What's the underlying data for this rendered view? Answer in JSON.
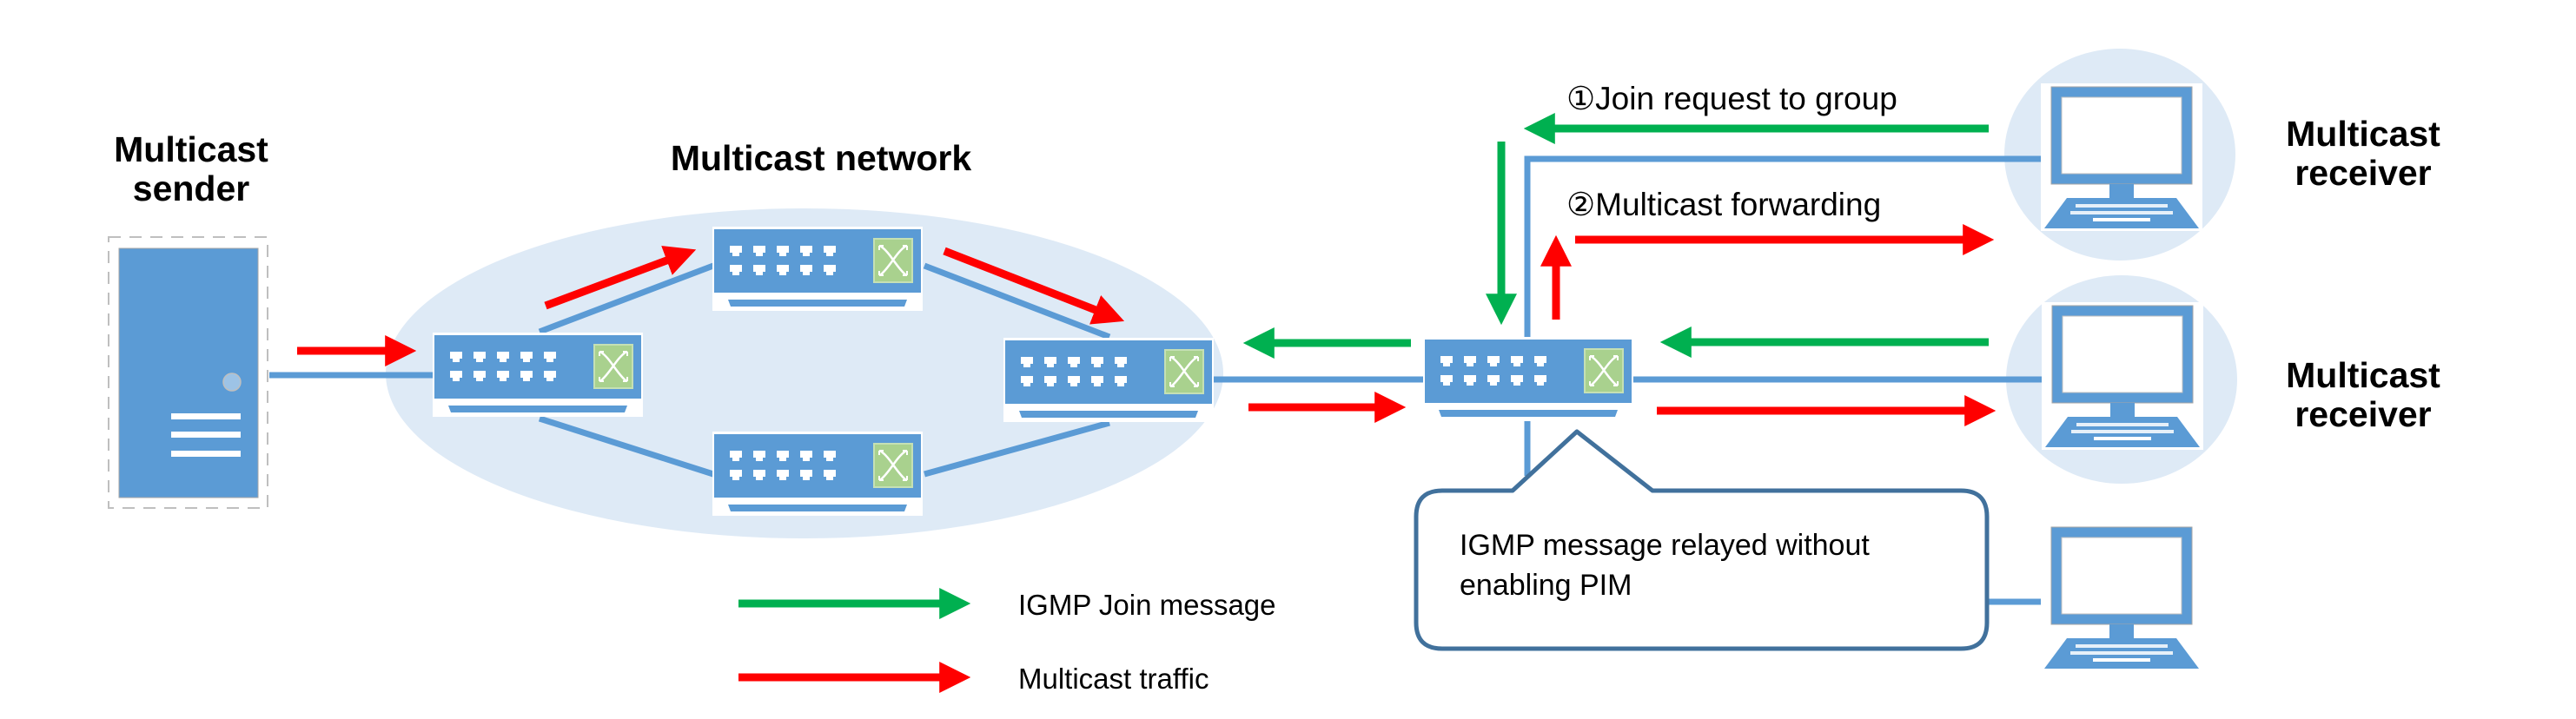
{
  "labels": {
    "sender": [
      "Multicast",
      "sender"
    ],
    "network": "Multicast network",
    "receiver_1": [
      "Multicast",
      "receiver"
    ],
    "receiver_2": [
      "Multicast",
      "receiver"
    ]
  },
  "steps": {
    "step1": "①Join request to group",
    "step2": "②Multicast forwarding"
  },
  "callout": {
    "line1": "IGMP message relayed without",
    "line2": "enabling PIM"
  },
  "legend": [
    {
      "label": "IGMP Join message",
      "color": "#00B050",
      "meaning": "igmp-join"
    },
    {
      "label": "Multicast traffic",
      "color": "#FF0000",
      "meaning": "multicast-traffic"
    }
  ],
  "colors": {
    "device_blue": "#5B9BD5",
    "network_fill": "#DEEAF6",
    "switch_green": "#A9D18E",
    "callout_border": "#41719C",
    "join_arrow": "#00B050",
    "traffic_arrow": "#FF0000"
  },
  "nodes": {
    "sender": "server-icon",
    "network_switches": [
      "switch-icon",
      "switch-icon",
      "switch-icon",
      "switch-icon"
    ],
    "edge_switch": "switch-icon",
    "receivers": [
      "computer-icon",
      "computer-icon",
      "computer-icon"
    ]
  }
}
